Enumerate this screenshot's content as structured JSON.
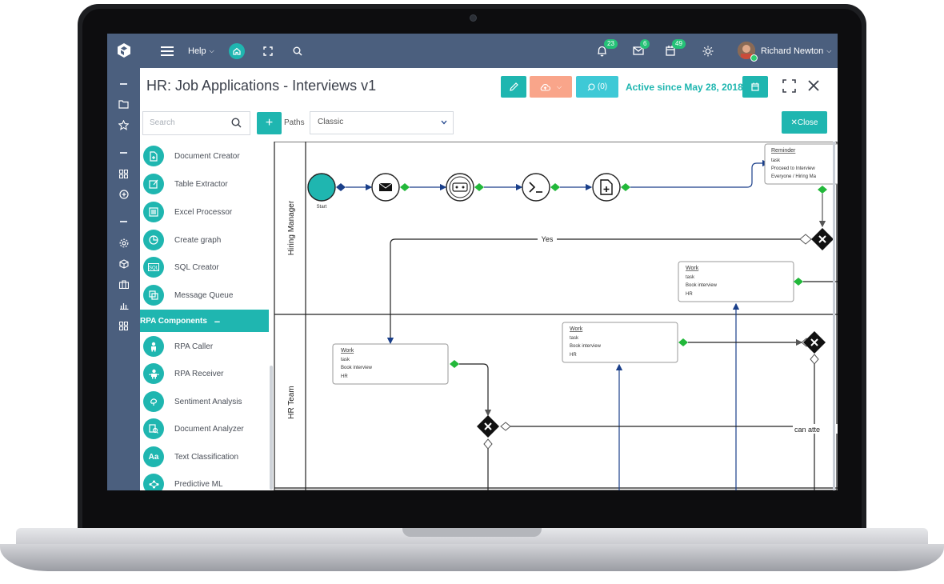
{
  "topbar": {
    "help_label": "Help",
    "notifications_badge": "23",
    "mail_badge": "6",
    "calendar_badge": "49",
    "user_name": "Richard Newton"
  },
  "header": {
    "title": "HR: Job Applications - Interviews v1",
    "comments_label": "(0)",
    "active_text": "Active since May 28, 2018"
  },
  "toolbar": {
    "search_placeholder": "Search",
    "paths_label": "Paths",
    "paths_value": "Classic",
    "close_label": "Close"
  },
  "palette": {
    "items_top": [
      {
        "label": "Document Creator",
        "icon": "document-plus-icon"
      },
      {
        "label": "Table Extractor",
        "icon": "table-edit-icon"
      },
      {
        "label": "Excel Processor",
        "icon": "list-icon"
      },
      {
        "label": "Create graph",
        "icon": "pie-chart-icon"
      },
      {
        "label": "SQL Creator",
        "icon": "sql-icon"
      },
      {
        "label": "Message Queue",
        "icon": "queue-icon"
      }
    ],
    "section_label": "RPA Components",
    "items_bottom": [
      {
        "label": "RPA Caller",
        "icon": "robot-icon"
      },
      {
        "label": "RPA Receiver",
        "icon": "robot-receive-icon"
      },
      {
        "label": "Sentiment Analysis",
        "icon": "brain-icon"
      },
      {
        "label": "Document Analyzer",
        "icon": "document-analyzer-icon"
      },
      {
        "label": "Text Classification",
        "icon": "text-aa-icon"
      },
      {
        "label": "Predictive ML",
        "icon": "network-icon"
      }
    ]
  },
  "diagram": {
    "lane_top": "Hiring Manager",
    "lane_bottom": "HR Team",
    "start_label": "Start",
    "yes_label": "Yes",
    "cut_label": "can atte",
    "reminder": {
      "title": "Reminder",
      "line1": "task",
      "line2": "Proceed to Interview",
      "line3": "Everyone / Hiring Ma"
    },
    "work1": {
      "title": "Work",
      "line1": "task",
      "line2": "Book interview",
      "line3": "HR"
    },
    "work2": {
      "title": "Work",
      "line1": "task",
      "line2": "Book interview",
      "line3": "HR"
    },
    "work3": {
      "title": "Work",
      "line1": "task",
      "line2": "Book interview",
      "line3": "HR"
    }
  },
  "colors": {
    "teal": "#1fb6b0",
    "navy": "#4b5f7e",
    "orange": "#f9a58a",
    "light_teal": "#3ec9d6",
    "green_diamond": "#22b83a",
    "arrow_blue": "#1a3f8a"
  }
}
